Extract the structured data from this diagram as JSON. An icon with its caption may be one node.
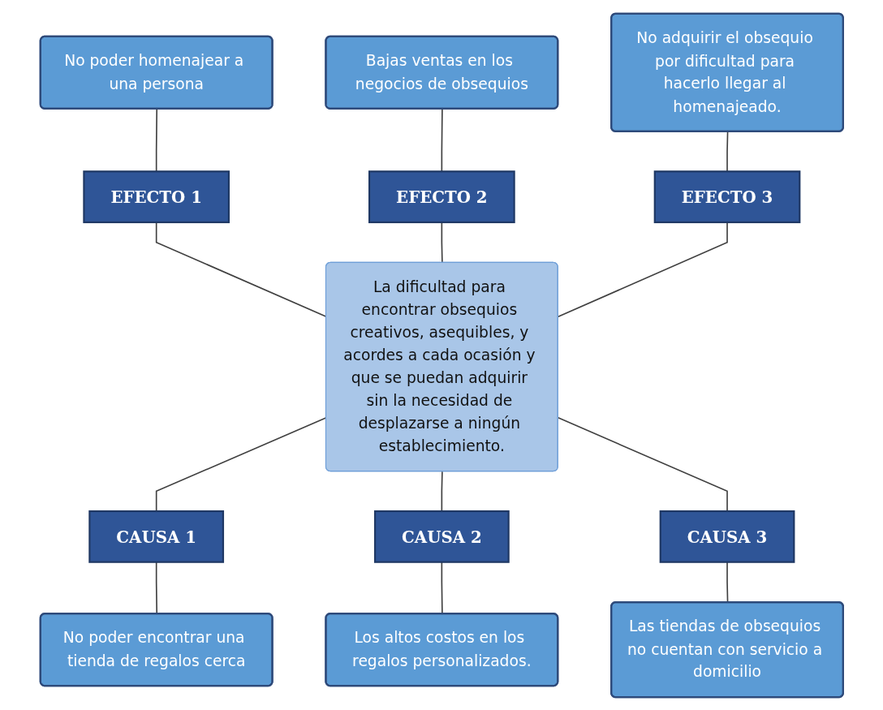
{
  "diagram": {
    "nodes": [
      {
        "text": [
          "No poder homenajear a una persona"
        ]
      },
      {
        "text": [
          "Bajas ventas en los negocios de obsequios"
        ]
      },
      {
        "text": [
          "No adquirir el obsequio por dificultad para hacerlo llegar al homenajeado."
        ]
      },
      {
        "text": [
          "EFECTO 1"
        ]
      },
      {
        "text": [
          "EFECTO 2"
        ]
      },
      {
        "text": [
          "EFECTO 3"
        ]
      },
      {
        "text": [
          "La dificultad para encontrar obsequios creativos, asequibles, y acordes a cada ocasión y que se puedan adquirir sin la necesidad de desplazarse a ningún establecimiento."
        ]
      },
      {
        "text": [
          "CAUSA 1"
        ]
      },
      {
        "text": [
          "CAUSA 2"
        ]
      },
      {
        "text": [
          "CAUSA 3"
        ]
      },
      {
        "text": [
          "No poder encontrar una tienda de regalos cerca"
        ]
      },
      {
        "text": [
          "Los altos costos en los regalos personalizados."
        ]
      },
      {
        "text": [
          "Las tiendas de obsequios no cuentan con servicio a domicilio"
        ]
      }
    ],
    "edges": [
      {
        "from": 0,
        "to": 3,
        "arrow": "none"
      },
      {
        "from": 1,
        "to": 4,
        "arrow": "none"
      },
      {
        "from": 2,
        "to": 5,
        "arrow": "none"
      },
      {
        "from": 3,
        "to": 6,
        "arrow": "none"
      },
      {
        "from": 4,
        "to": 6,
        "arrow": "none"
      },
      {
        "from": 5,
        "to": 6,
        "arrow": "none"
      },
      {
        "from": 6,
        "to": 7,
        "arrow": "none"
      },
      {
        "from": 6,
        "to": 8,
        "arrow": "none"
      },
      {
        "from": 6,
        "to": 9,
        "arrow": "none"
      },
      {
        "from": 7,
        "to": 10,
        "arrow": "none"
      },
      {
        "from": 8,
        "to": 11,
        "arrow": "none"
      },
      {
        "from": 9,
        "to": 12,
        "arrow": "none"
      }
    ]
  }
}
